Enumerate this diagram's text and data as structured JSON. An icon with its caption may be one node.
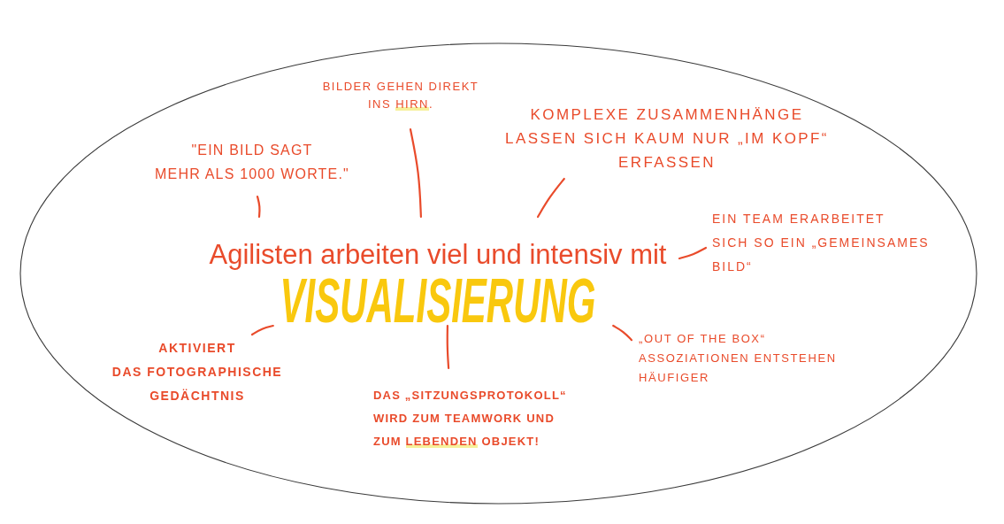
{
  "diagram": {
    "nodes": [
      {
        "text": [],
        "shape": "ellipse"
      },
      {
        "text": [
          "BILDER GEHEN DIREKT INS HIRN."
        ],
        "in": 0
      },
      {
        "text": [
          "KOMPLEXE ZUSAMMENHÄNGE LASSEN SICH KAUM NUR „IM KOPF“ ERFASSEN"
        ],
        "in": 0
      },
      {
        "text": [
          "\"EIN BILD SAGT MEHR ALS 1000 WORTE.\""
        ],
        "in": 0
      },
      {
        "text": [
          "EIN TEAM ERARBEITET SICH SO EIN „GEMEINSAMES BILD“"
        ],
        "in": 0
      },
      {
        "text": [
          "Agilisten arbeiten viel und intensiv mit",
          "VISUALISIERUNG"
        ],
        "in": 0
      },
      {
        "text": [
          "„OUT OF THE BOX“ ASSOZIATIONEN ENTSTEHEN HÄUFIGER"
        ],
        "in": 0
      },
      {
        "text": [
          "AKTIVIERT DAS FOTOGRAPHISCHE GEDÄCHTNIS"
        ],
        "in": 0
      },
      {
        "text": [
          "DAS „SITZUNGSPROTOKOLL“ WIRD ZUM TEAMWORK UND ZUM LEBENDEN OBJEKT!"
        ],
        "in": 0
      }
    ],
    "edges": [
      {
        "from": 5,
        "to": 1,
        "arrow": "none"
      },
      {
        "from": 5,
        "to": 2,
        "arrow": "none"
      },
      {
        "from": 5,
        "to": 3,
        "arrow": "none"
      },
      {
        "from": 5,
        "to": 4,
        "arrow": "none"
      },
      {
        "from": 5,
        "to": 6,
        "arrow": "none"
      },
      {
        "from": 5,
        "to": 7,
        "arrow": "none"
      },
      {
        "from": 5,
        "to": 8,
        "arrow": "none"
      }
    ]
  }
}
